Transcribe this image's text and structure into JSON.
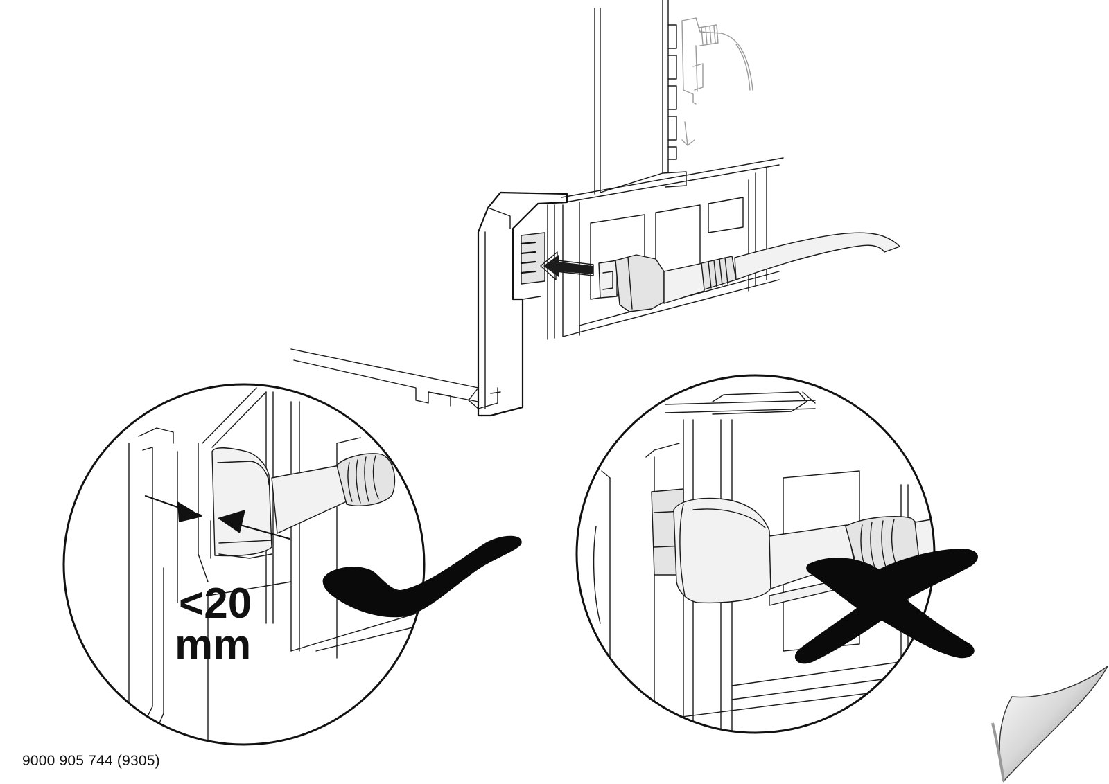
{
  "diagram": {
    "dimension": {
      "line1": "<20",
      "line2": "mm"
    },
    "document_code": "9000 905 744 (9305)",
    "icons": {
      "correct": "check-mark-icon",
      "incorrect": "cross-mark-icon",
      "next_page": "page-curl-icon"
    }
  }
}
